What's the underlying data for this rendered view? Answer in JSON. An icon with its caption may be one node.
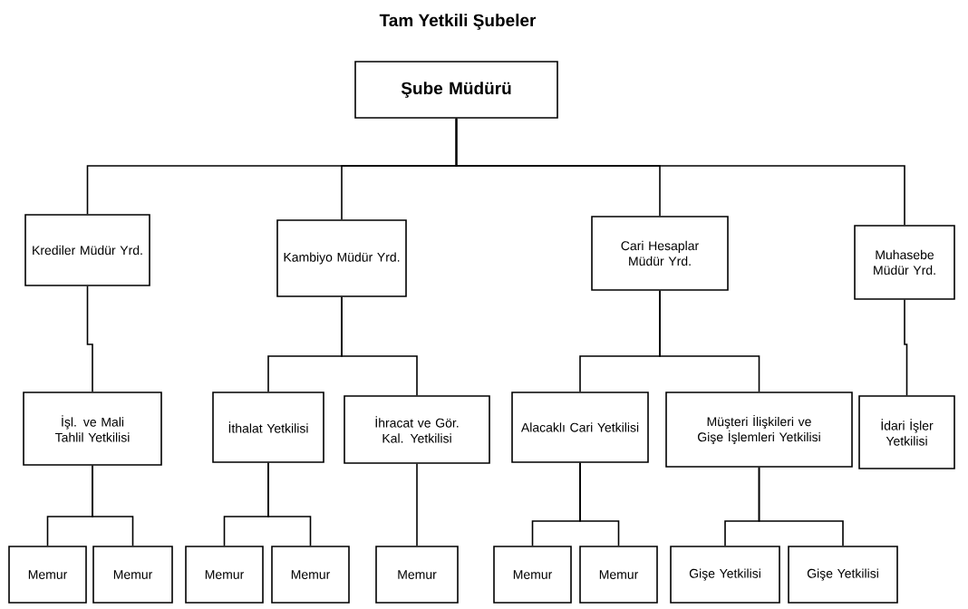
{
  "diagram": {
    "title": "Tam Yetkili Şubeler",
    "nodes": [
      {
        "text": [
          "Şube Müdürü"
        ]
      },
      {
        "text": [
          "Krediler Müdür Yrd."
        ]
      },
      {
        "text": [
          "Kambiyo Müdür Yrd."
        ]
      },
      {
        "text": [
          "Cari Hesaplar Müdür Yrd."
        ]
      },
      {
        "text": [
          "Muhasebe Müdür Yrd."
        ]
      },
      {
        "text": [
          "İşl. ve Mali Tahlil Yetkilisi"
        ]
      },
      {
        "text": [
          "İthalat Yetkilisi"
        ]
      },
      {
        "text": [
          "İhracat ve Gör. Kal. Yetkilisi"
        ]
      },
      {
        "text": [
          "Alacaklı Cari Yetkilisi"
        ]
      },
      {
        "text": [
          "Müşteri İlişkileri ve Gişe İşlemleri Yetkilisi"
        ]
      },
      {
        "text": [
          "İdari İşler Yetkilisi"
        ]
      },
      {
        "text": [
          "Memur"
        ]
      },
      {
        "text": [
          "Memur"
        ]
      },
      {
        "text": [
          "Memur"
        ]
      },
      {
        "text": [
          "Memur"
        ]
      },
      {
        "text": [
          "Memur"
        ]
      },
      {
        "text": [
          "Memur"
        ]
      },
      {
        "text": [
          "Memur"
        ]
      },
      {
        "text": [
          "Gişe Yetkilisi"
        ]
      },
      {
        "text": [
          "Gişe Yetkilisi"
        ]
      }
    ],
    "edges": [
      {
        "from": 0,
        "to": 1,
        "arrow": "none"
      },
      {
        "from": 0,
        "to": 2,
        "arrow": "none"
      },
      {
        "from": 0,
        "to": 3,
        "arrow": "none"
      },
      {
        "from": 0,
        "to": 4,
        "arrow": "none"
      },
      {
        "from": 1,
        "to": 5,
        "arrow": "none"
      },
      {
        "from": 2,
        "to": 6,
        "arrow": "none"
      },
      {
        "from": 2,
        "to": 7,
        "arrow": "none"
      },
      {
        "from": 3,
        "to": 8,
        "arrow": "none"
      },
      {
        "from": 3,
        "to": 9,
        "arrow": "none"
      },
      {
        "from": 4,
        "to": 10,
        "arrow": "none"
      },
      {
        "from": 5,
        "to": 11,
        "arrow": "none"
      },
      {
        "from": 5,
        "to": 12,
        "arrow": "none"
      },
      {
        "from": 6,
        "to": 13,
        "arrow": "none"
      },
      {
        "from": 6,
        "to": 14,
        "arrow": "none"
      },
      {
        "from": 7,
        "to": 15,
        "arrow": "none"
      },
      {
        "from": 8,
        "to": 16,
        "arrow": "none"
      },
      {
        "from": 8,
        "to": 17,
        "arrow": "none"
      },
      {
        "from": 9,
        "to": 18,
        "arrow": "none"
      },
      {
        "from": 9,
        "to": 19,
        "arrow": "none"
      }
    ]
  }
}
